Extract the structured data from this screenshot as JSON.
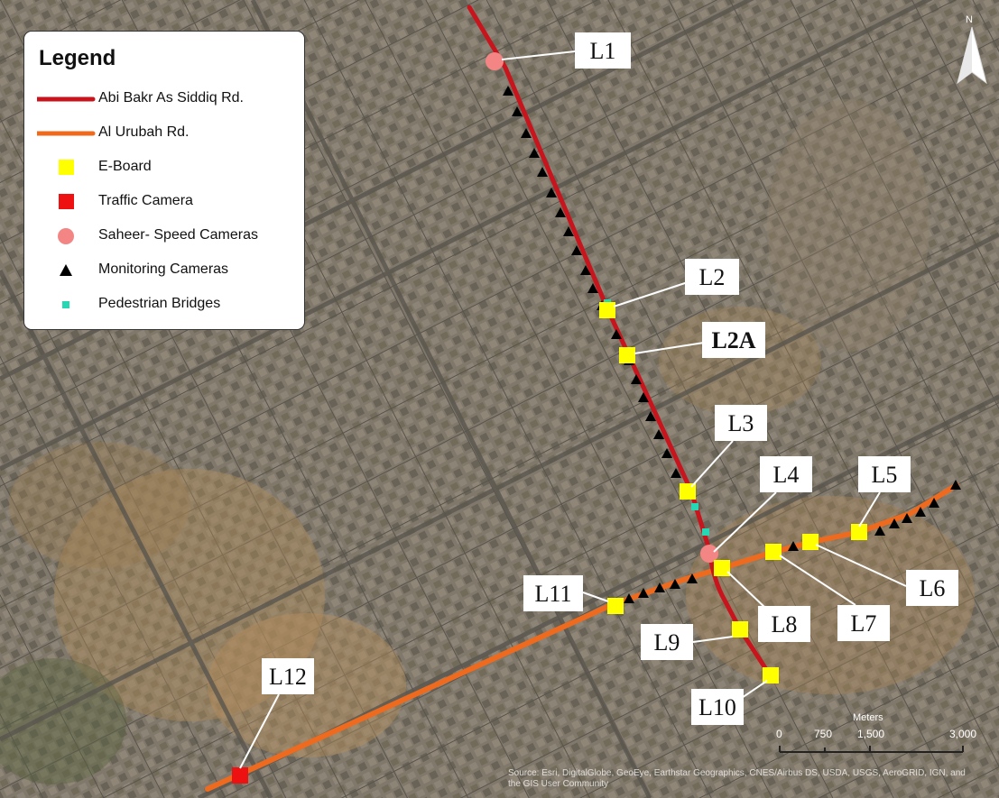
{
  "legend": {
    "title": "Legend",
    "items": [
      {
        "label": "Abi Bakr As Siddiq Rd.",
        "symbol": "line",
        "color": "#c8141c"
      },
      {
        "label": "Al Urubah Rd.",
        "symbol": "line",
        "color": "#ee6a1f"
      },
      {
        "label": "E-Board",
        "symbol": "square",
        "color": "#ffff00"
      },
      {
        "label": "Traffic Camera",
        "symbol": "square",
        "color": "#ee1111"
      },
      {
        "label": "Saheer- Speed Cameras",
        "symbol": "circle",
        "color": "#f48585"
      },
      {
        "label": "Monitoring Cameras",
        "symbol": "triangle",
        "color": "#000000"
      },
      {
        "label": "Pedestrian Bridges",
        "symbol": "small-square",
        "color": "#27d7b4"
      }
    ]
  },
  "locations": {
    "L1": "L1",
    "L2": "L2",
    "L2A": "L2A",
    "L3": "L3",
    "L4": "L4",
    "L5": "L5",
    "L6": "L6",
    "L7": "L7",
    "L8": "L8",
    "L9": "L9",
    "L10": "L10",
    "L11": "L11",
    "L12": "L12"
  },
  "north": {
    "label": "N"
  },
  "scale": {
    "units": "Meters",
    "ticks": [
      "0",
      "750",
      "1,500",
      "3,000"
    ]
  },
  "attribution": "Source: Esri, DigitalGlobe, GeoEye, Earthstar Geographics, CNES/Airbus DS, USDA, USGS, AeroGRID, IGN, and the GIS User Community",
  "colors": {
    "abi_bakr_road": "#c8141c",
    "al_urubah_road": "#ee6a1f",
    "eboard": "#ffff00",
    "traffic_camera": "#ee1111",
    "speed_camera": "#f48585",
    "monitoring_camera": "#000000",
    "pedestrian_bridge": "#27d7b4"
  }
}
